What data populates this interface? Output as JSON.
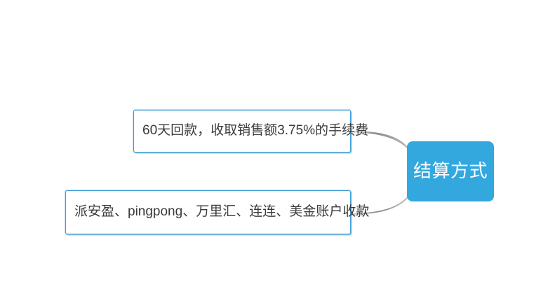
{
  "diagram": {
    "type": "mindmap",
    "background_color": "#ffffff",
    "orientation": "right-to-left-branches",
    "root": {
      "label": "结算方式",
      "fill_color": "#33a8df",
      "text_color": "#ffffff"
    },
    "branches": [
      {
        "label": "60天回款，收取销售额3.75%的手续费",
        "border_color": "#3d9fd6",
        "text_color": "#3b3b3b",
        "fill_color": "#ffffff"
      },
      {
        "label": "派安盈、pingpong、万里汇、连连、美金账户收款",
        "border_color": "#3d9fd6",
        "text_color": "#3b3b3b",
        "fill_color": "#ffffff"
      }
    ],
    "connectors": {
      "color": "#9a9a9a",
      "style": "tapered-curve",
      "count": 2
    }
  }
}
